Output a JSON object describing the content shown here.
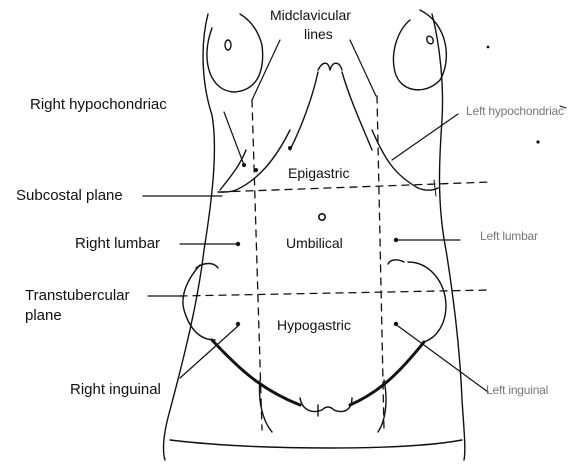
{
  "labels": {
    "midclavicular_1": "Midclavicular",
    "midclavicular_2": "lines",
    "right_hypochondriac": "Right hypochondriac",
    "left_hypochondriac": "Left hypochondriac",
    "epigastric": "Epigastric",
    "subcostal_plane": "Subcostal plane",
    "right_lumbar": "Right lumbar",
    "umbilical": "Umbilical",
    "left_lumbar": "Left lumbar",
    "transtubercular_1": "Transtubercular",
    "transtubercular_2": "plane",
    "hypogastric": "Hypogastric",
    "right_inguinal": "Right inguinal",
    "left_inguinal": "Left inguinal"
  },
  "colors": {
    "line": "#111111",
    "faint_text": "#777777"
  }
}
